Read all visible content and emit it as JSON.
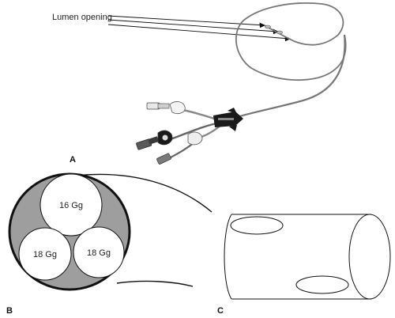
{
  "annotations": {
    "lumen_opening": "Lumen opening"
  },
  "panels": {
    "a": "A",
    "b": "B",
    "c": "C"
  },
  "lumens": [
    {
      "label": "16 Gg"
    },
    {
      "label": "18 Gg"
    },
    {
      "label": "18 Gg"
    }
  ],
  "colors": {
    "line": "#111111",
    "catheter_gray": "#777777",
    "lumen_fill": "#9e9e9e",
    "hub_black": "#1a1a1a"
  }
}
